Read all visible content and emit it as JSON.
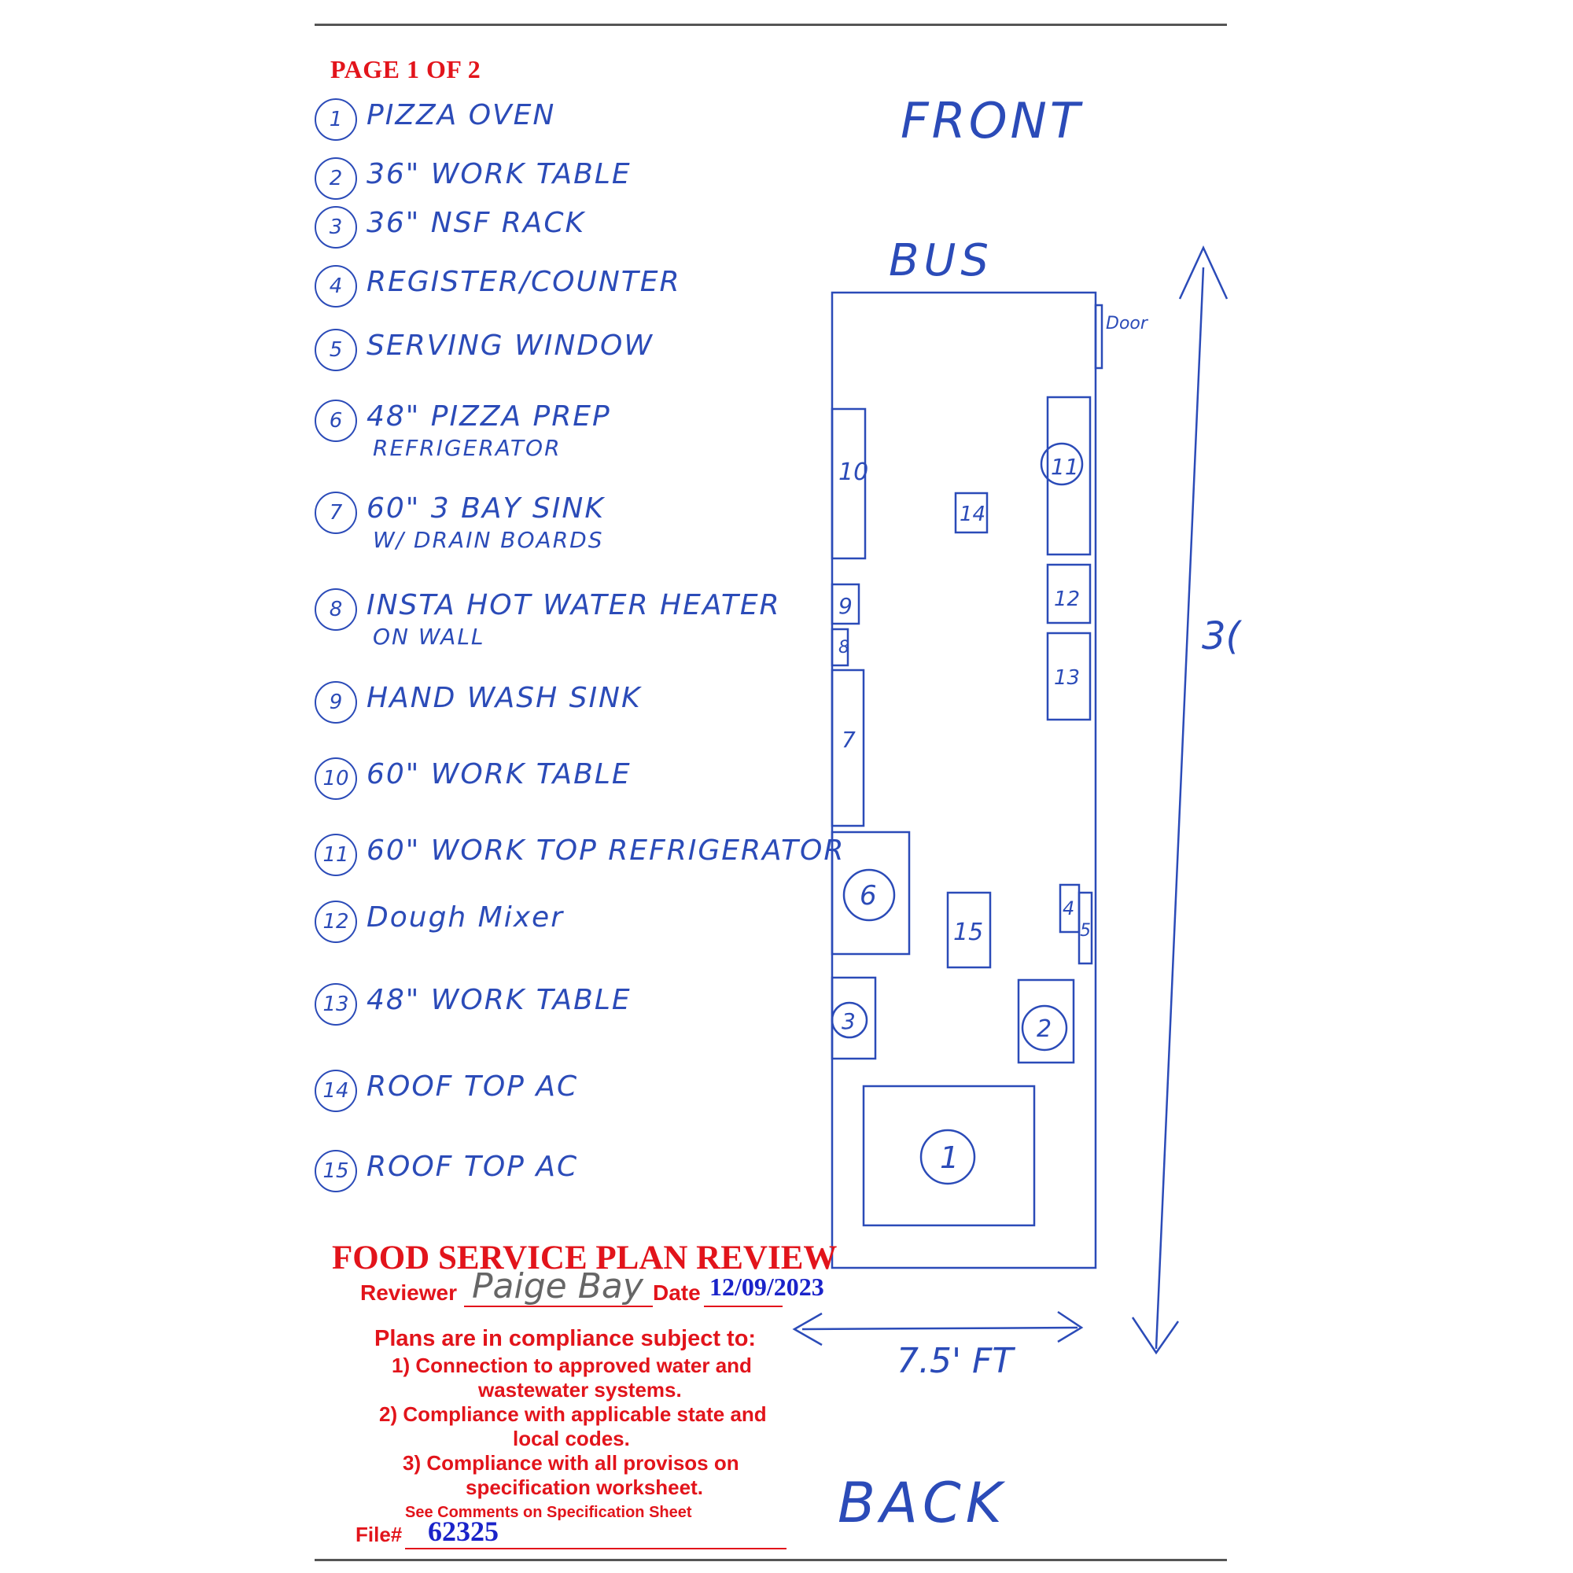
{
  "page": {
    "label": "PAGE 1 OF 2"
  },
  "legend": {
    "items": [
      {
        "num": "1",
        "text": "PIZZA OVEN",
        "sub": ""
      },
      {
        "num": "2",
        "text": "36\" WORK TABLE",
        "sub": ""
      },
      {
        "num": "3",
        "text": "36\" NSF RACK",
        "sub": ""
      },
      {
        "num": "4",
        "text": "REGISTER/COUNTER",
        "sub": ""
      },
      {
        "num": "5",
        "text": "SERVING WINDOW",
        "sub": ""
      },
      {
        "num": "6",
        "text": "48\" PIZZA PREP",
        "sub": "REFRIGERATOR"
      },
      {
        "num": "7",
        "text": "60\" 3 BAY SINK",
        "sub": "W/ DRAIN BOARDS"
      },
      {
        "num": "8",
        "text": "INSTA HOT WATER HEATER",
        "sub": "ON WALL"
      },
      {
        "num": "9",
        "text": "HAND WASH SINK",
        "sub": ""
      },
      {
        "num": "10",
        "text": "60\" WORK TABLE",
        "sub": ""
      },
      {
        "num": "11",
        "text": "60\" WORK TOP REFRIGERATOR",
        "sub": ""
      },
      {
        "num": "12",
        "text": "Dough Mixer",
        "sub": ""
      },
      {
        "num": "13",
        "text": "48\" WORK TABLE",
        "sub": ""
      },
      {
        "num": "14",
        "text": "ROOF TOP AC",
        "sub": ""
      },
      {
        "num": "15",
        "text": "ROOF TOP AC",
        "sub": ""
      }
    ]
  },
  "plan": {
    "front_label": "FRONT",
    "bus_label": "BUS",
    "back_label": "BACK",
    "door_label": "Door",
    "width_label": "7.5' FT",
    "length_label": "3(",
    "units": {
      "u1": "1",
      "u2": "2",
      "u3": "3",
      "u4": "4",
      "u5": "5",
      "u6": "6",
      "u7": "7",
      "u8": "8",
      "u9": "9",
      "u10": "10",
      "u11": "11",
      "u12": "12",
      "u13": "13",
      "u14": "14",
      "u15": "15"
    }
  },
  "stamp": {
    "title": "FOOD SERVICE PLAN REVIEW",
    "reviewer_label": "Reviewer",
    "reviewer_signature": "Paige Bay",
    "date_label": "Date",
    "date_value": "12/09/2023",
    "compliance_heading": "Plans are in compliance subject to:",
    "conditions": [
      "1) Connection to approved water and",
      "wastewater systems.",
      "2) Compliance with applicable state and",
      "local codes.",
      "3) Compliance with all provisos on",
      "specification worksheet."
    ],
    "note": "See Comments on Specification Sheet",
    "file_label": "File#",
    "file_number": "62325"
  },
  "colors": {
    "ink_blue": "#2b4bb8",
    "stamp_red": "#e2141b",
    "stamp_blue": "#1a23c9"
  }
}
